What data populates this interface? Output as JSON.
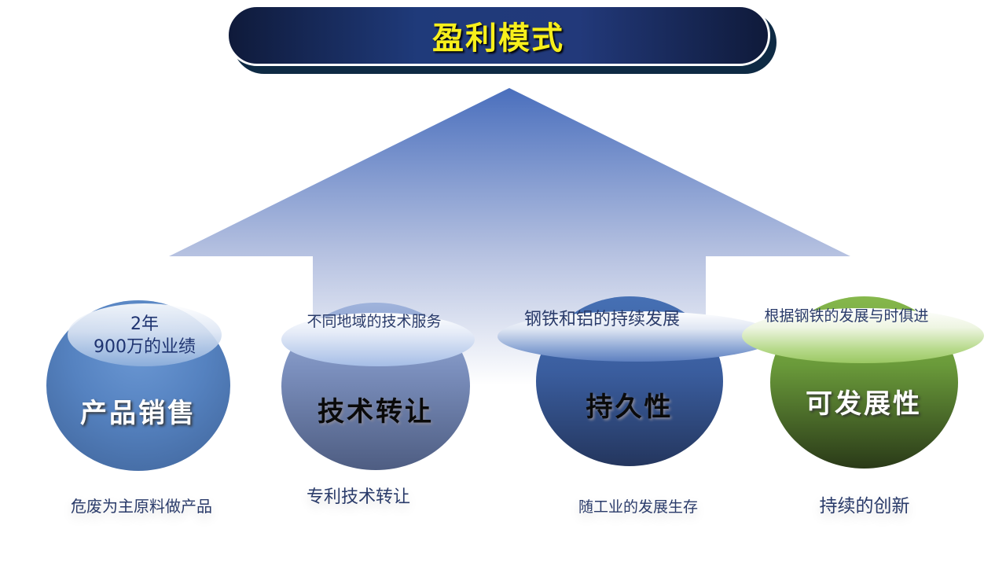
{
  "title": "盈利模式",
  "colors": {
    "title_text": "#f7ef1c",
    "banner": "#1f3a7a",
    "arrow": "#4a6fbd",
    "green": "#7aab44"
  },
  "items": [
    {
      "name": "产品销售",
      "top_line1": "2年",
      "top_line2": "900万的业绩",
      "bottom": "危废为主原料做产品"
    },
    {
      "name": "技术转让",
      "top": "不同地域的技术服务",
      "bottom": "专利技术转让"
    },
    {
      "name": "持久性",
      "top": "钢铁和铝的持续发展",
      "bottom": "随工业的发展生存"
    },
    {
      "name": "可发展性",
      "top": "根据钢铁的发展与时俱进",
      "bottom": "持续的创新"
    }
  ]
}
